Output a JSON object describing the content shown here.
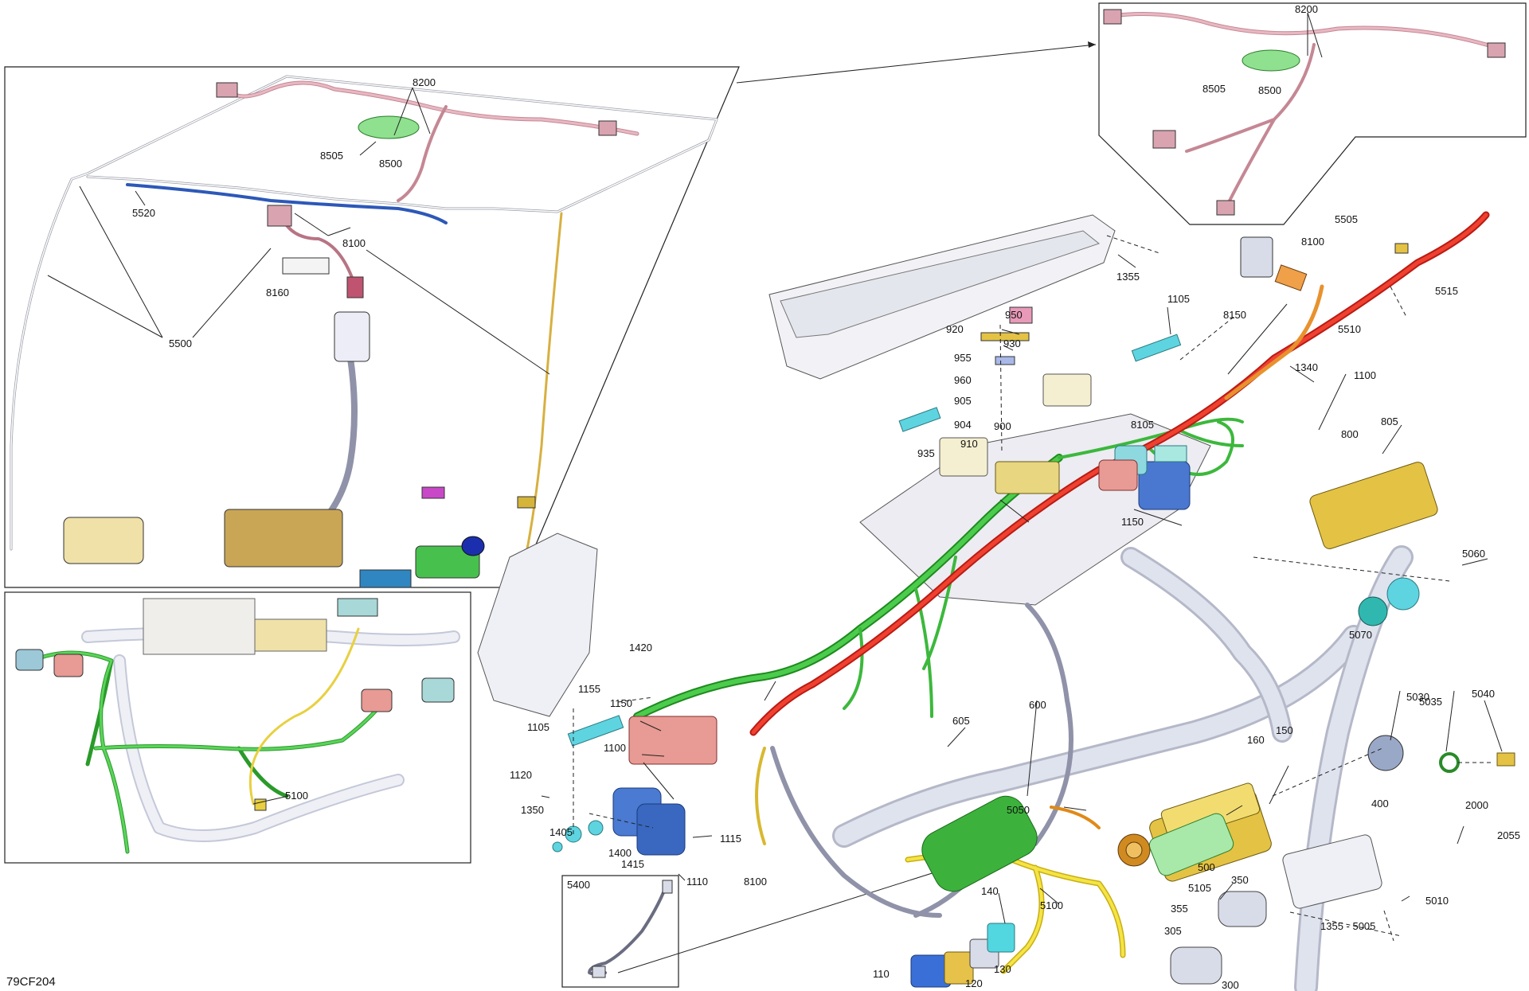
{
  "diagram": {
    "doc_code": "79CF204",
    "labels": {
      "l8200a": "8200",
      "l8505a": "8505",
      "l8500a": "8500",
      "l5520": "5520",
      "l8100a": "8100",
      "l8160": "8160",
      "l5500": "5500",
      "l5100a": "5100",
      "l8200b": "8200",
      "l8505b": "8505",
      "l8500b": "8500",
      "l1355a": "1355",
      "l920": "920",
      "l950": "950",
      "l930": "930",
      "l955": "955",
      "l960": "960",
      "l905": "905",
      "l904": "904",
      "l900": "900",
      "l935": "935",
      "l910": "910",
      "l1105a": "1105",
      "l8150": "8150",
      "l8100b": "8100",
      "l5505": "5505",
      "l5515": "5515",
      "l5510": "5510",
      "l1340": "1340",
      "l1100a": "1100",
      "l8105": "8105",
      "l805": "805",
      "l800": "800",
      "l1150a": "1150",
      "l5060": "5060",
      "l5070": "5070",
      "l1420": "1420",
      "l1155": "1155",
      "l1150b": "1150",
      "l1105b": "1105",
      "l1120": "1120",
      "l1100b": "1100",
      "l1350": "1350",
      "l1405": "1405",
      "l1400": "1400",
      "l1415": "1415",
      "l1115": "1115",
      "l1110": "1110",
      "l8100c": "8100",
      "l600": "600",
      "l605": "605",
      "l5030": "5030",
      "l5035": "5035",
      "l5040": "5040",
      "l160": "160",
      "l150": "150",
      "l400": "400",
      "l2000": "2000",
      "l2055": "2055",
      "l5050": "5050",
      "l500": "500",
      "l5105": "5105",
      "l350": "350",
      "l355": "355",
      "l5010": "5010",
      "l1355b": "1355 - 5005",
      "l5100b": "5100",
      "l140": "140",
      "l305": "305",
      "l300": "300",
      "l110": "110",
      "l120": "120",
      "l130": "130",
      "l5400": "5400"
    },
    "colors": {
      "green_harness": "#3cb83c",
      "red_harness": "#e8281e",
      "yellow_harness": "#f2e030",
      "pink_harness": "#d9a3b0",
      "blue_harness": "#3a6fd8",
      "frame_tube": "#dfe3ee",
      "module_yellow": "#e8cf5a",
      "module_pink": "#e89a94",
      "module_blue": "#4a78d0",
      "module_cyan": "#52d6e0",
      "module_green": "#40b848"
    },
    "icons": {
      "inset_top_left": "wiring-harness-roof-view",
      "inset_middle_left": "wiring-harness-dashboard-view",
      "inset_top_right": "roof-harness-detail",
      "inset_5400": "cable-5400"
    }
  }
}
